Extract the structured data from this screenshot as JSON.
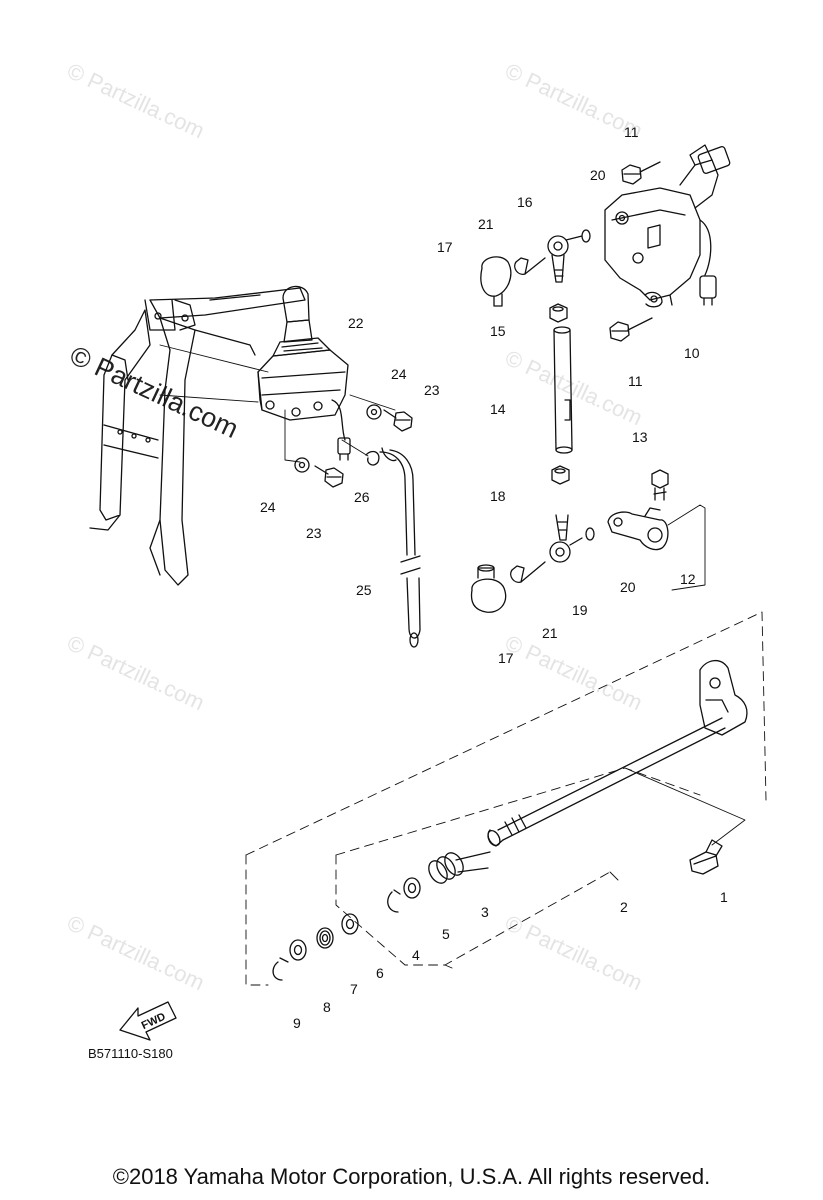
{
  "watermark": {
    "text": "© Partzilla.com",
    "prominent_text": "© Partzilla.com"
  },
  "callouts": [
    {
      "id": "1",
      "label": "1"
    },
    {
      "id": "2",
      "label": "2"
    },
    {
      "id": "3",
      "label": "3"
    },
    {
      "id": "4",
      "label": "4"
    },
    {
      "id": "5",
      "label": "5"
    },
    {
      "id": "6",
      "label": "6"
    },
    {
      "id": "7",
      "label": "7"
    },
    {
      "id": "8",
      "label": "8"
    },
    {
      "id": "9",
      "label": "9"
    },
    {
      "id": "10",
      "label": "10"
    },
    {
      "id": "11a",
      "label": "11"
    },
    {
      "id": "11b",
      "label": "11"
    },
    {
      "id": "12",
      "label": "12"
    },
    {
      "id": "13",
      "label": "13"
    },
    {
      "id": "14",
      "label": "14"
    },
    {
      "id": "15",
      "label": "15"
    },
    {
      "id": "16",
      "label": "16"
    },
    {
      "id": "17a",
      "label": "17"
    },
    {
      "id": "17b",
      "label": "17"
    },
    {
      "id": "18",
      "label": "18"
    },
    {
      "id": "19",
      "label": "19"
    },
    {
      "id": "20a",
      "label": "20"
    },
    {
      "id": "20b",
      "label": "20"
    },
    {
      "id": "21a",
      "label": "21"
    },
    {
      "id": "21b",
      "label": "21"
    },
    {
      "id": "22",
      "label": "22"
    },
    {
      "id": "23a",
      "label": "23"
    },
    {
      "id": "23b",
      "label": "23"
    },
    {
      "id": "24a",
      "label": "24"
    },
    {
      "id": "24b",
      "label": "24"
    },
    {
      "id": "25",
      "label": "25"
    },
    {
      "id": "26",
      "label": "26"
    }
  ],
  "fwd_arrow": {
    "label": "FWD"
  },
  "diagram_code": "B571110-S180",
  "copyright": "©2018  Yamaha Motor Corporation, U.S.A. All rights reserved.",
  "colors": {
    "ink": "#111111",
    "watermark": "#e4e4e4",
    "background": "#ffffff"
  }
}
